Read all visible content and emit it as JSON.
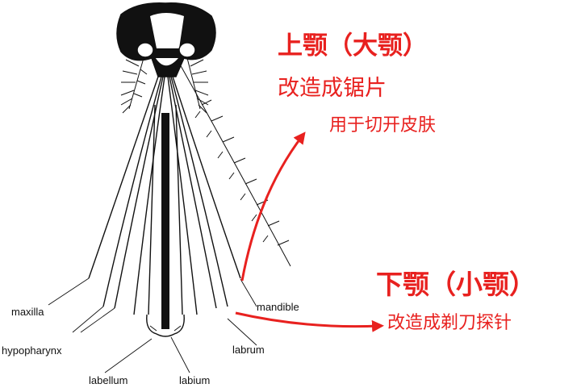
{
  "labels": {
    "maxilla": "maxilla",
    "hypopharynx": "hypopharynx",
    "labellum": "labellum",
    "labium": "labium",
    "labrum": "labrum",
    "mandible": "mandible"
  },
  "annotations": {
    "upper": {
      "title": "上颚（大颚）",
      "line1": "改造成锯片",
      "line2": "用于切开皮肤"
    },
    "lower": {
      "title": "下颚（小颚）",
      "line1": "改造成剃刀探针"
    }
  },
  "colors": {
    "annotation": "#e8211f",
    "ink": "#111111"
  }
}
